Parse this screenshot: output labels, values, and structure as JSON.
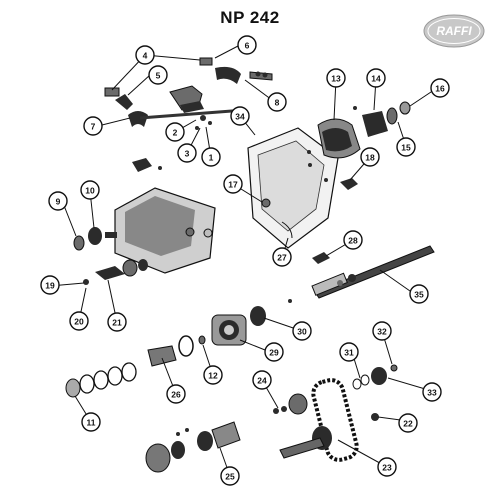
{
  "title": "NP 242",
  "logo_text": "RAFFI",
  "callouts": [
    "1",
    "2",
    "3",
    "4",
    "5",
    "6",
    "7",
    "8",
    "9",
    "10",
    "11",
    "12",
    "13",
    "14",
    "15",
    "16",
    "17",
    "18",
    "19",
    "20",
    "21",
    "22",
    "23",
    "24",
    "25",
    "26",
    "27",
    "28",
    "29",
    "30",
    "31",
    "32",
    "33",
    "34",
    "35"
  ]
}
